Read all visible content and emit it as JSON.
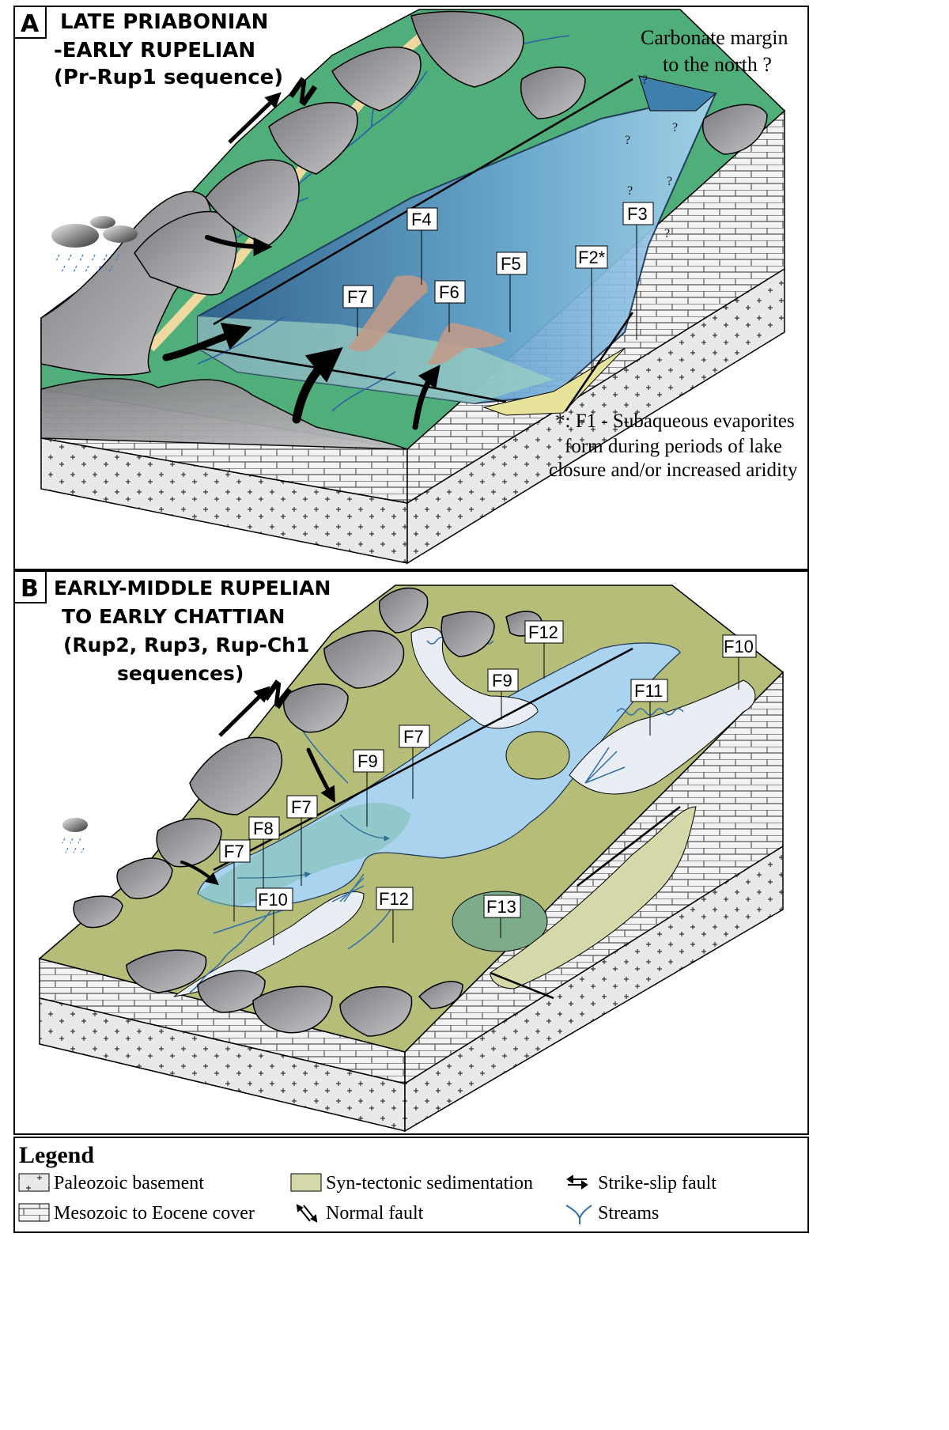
{
  "panel_a": {
    "letter": "A",
    "title_lines": [
      "LATE PRIABONIAN",
      "-EARLY RUPELIAN",
      "(Pr-Rup1 sequence)"
    ],
    "north": "N",
    "note_margin": [
      "Carbonate margin",
      "to the north ?"
    ],
    "question": "?",
    "note_evaporites": [
      "*: F1 - Subaqueous evaporites",
      "form during periods of lake",
      "closure and/or increased aridity"
    ],
    "labels": [
      "F4",
      "F5",
      "F6",
      "F7",
      "F2*",
      "F3"
    ]
  },
  "panel_b": {
    "letter": "B",
    "title_lines": [
      "EARLY-MIDDLE RUPELIAN",
      "TO EARLY CHATTIAN",
      "(Rup2, Rup3, Rup-Ch1",
      "sequences)"
    ],
    "north": "N",
    "labels": [
      "F12",
      "F10",
      "F9",
      "F11",
      "F7",
      "F9",
      "F7",
      "F8",
      "F7",
      "F10",
      "F12",
      "F13"
    ]
  },
  "legend": {
    "title": "Legend",
    "items": [
      {
        "label": "Paleozoic basement",
        "symbol": "basement-swatch"
      },
      {
        "label": "Syn-tectonic sedimentation",
        "symbol": "syn-tectonic-swatch"
      },
      {
        "label": "Strike-slip fault",
        "symbol": "strike-slip-icon"
      },
      {
        "label": "Mesozoic to Eocene cover",
        "symbol": "cover-swatch"
      },
      {
        "label": "Normal fault",
        "symbol": "normal-fault-icon"
      },
      {
        "label": "Streams",
        "symbol": "streams-icon"
      }
    ]
  },
  "colors": {
    "green_a": "#4fae7a",
    "olive_b": "#b5bd78",
    "lake": "#a9d3ee",
    "lake_dark": "#3f7fae",
    "rock": "#a9a8ab",
    "sand": "#efd9a0",
    "evaporite": "#e8e39a"
  }
}
